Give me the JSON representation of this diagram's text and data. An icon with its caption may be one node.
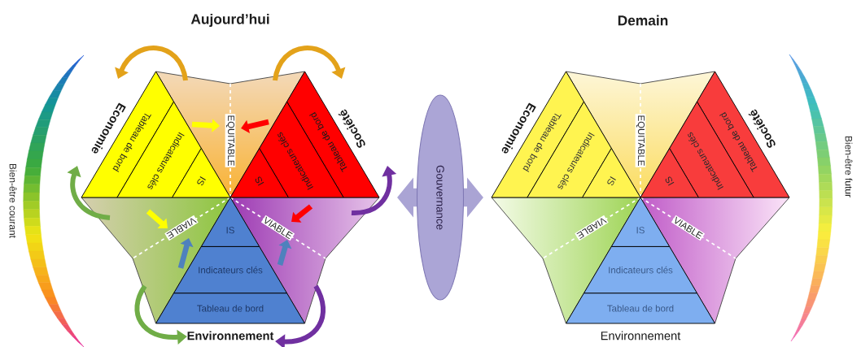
{
  "diagram": {
    "nodes": [
      {
        "text": [
          "Bien-être courant"
        ]
      },
      {
        "text": [
          "EQUITABLE"
        ]
      },
      {
        "text": [
          "Tableau de bord"
        ]
      },
      {
        "text": [
          "Indicateurs clés"
        ]
      },
      {
        "text": [
          "IS"
        ]
      },
      {
        "text": [
          "Tableau de bord"
        ]
      },
      {
        "text": [
          "Indicateurs clés"
        ]
      },
      {
        "text": [
          "IS"
        ]
      },
      {
        "text": [
          "VIABLE"
        ]
      },
      {
        "text": [
          "VIABLE"
        ]
      },
      {
        "text": [
          "IS"
        ]
      },
      {
        "text": [
          "Indicateurs clés"
        ]
      },
      {
        "text": [
          "Tableau de bord"
        ]
      },
      {
        "text": [
          "Gouvernance"
        ]
      },
      {
        "text": [
          "EQUITABLE"
        ]
      },
      {
        "text": [
          "Tableau de bord"
        ]
      },
      {
        "text": [
          "Indicateurs clés"
        ]
      },
      {
        "text": [
          "IS"
        ]
      },
      {
        "text": [
          "Tableau de bord"
        ]
      },
      {
        "text": [
          "Indicateurs clés"
        ]
      },
      {
        "text": [
          "IS"
        ]
      },
      {
        "text": [
          "VIABLE"
        ]
      },
      {
        "text": [
          "VIABLE"
        ]
      },
      {
        "text": [
          "IS"
        ]
      },
      {
        "text": [
          "Indicateurs clés"
        ]
      },
      {
        "text": [
          "Tableau de bord"
        ]
      },
      {
        "text": [
          "Bien-être futur"
        ]
      }
    ],
    "labels": [
      "Aujourd’hui",
      "Demain",
      "Economie",
      "Société",
      "Environnement",
      "Economie",
      "Société",
      "Environnement"
    ]
  }
}
